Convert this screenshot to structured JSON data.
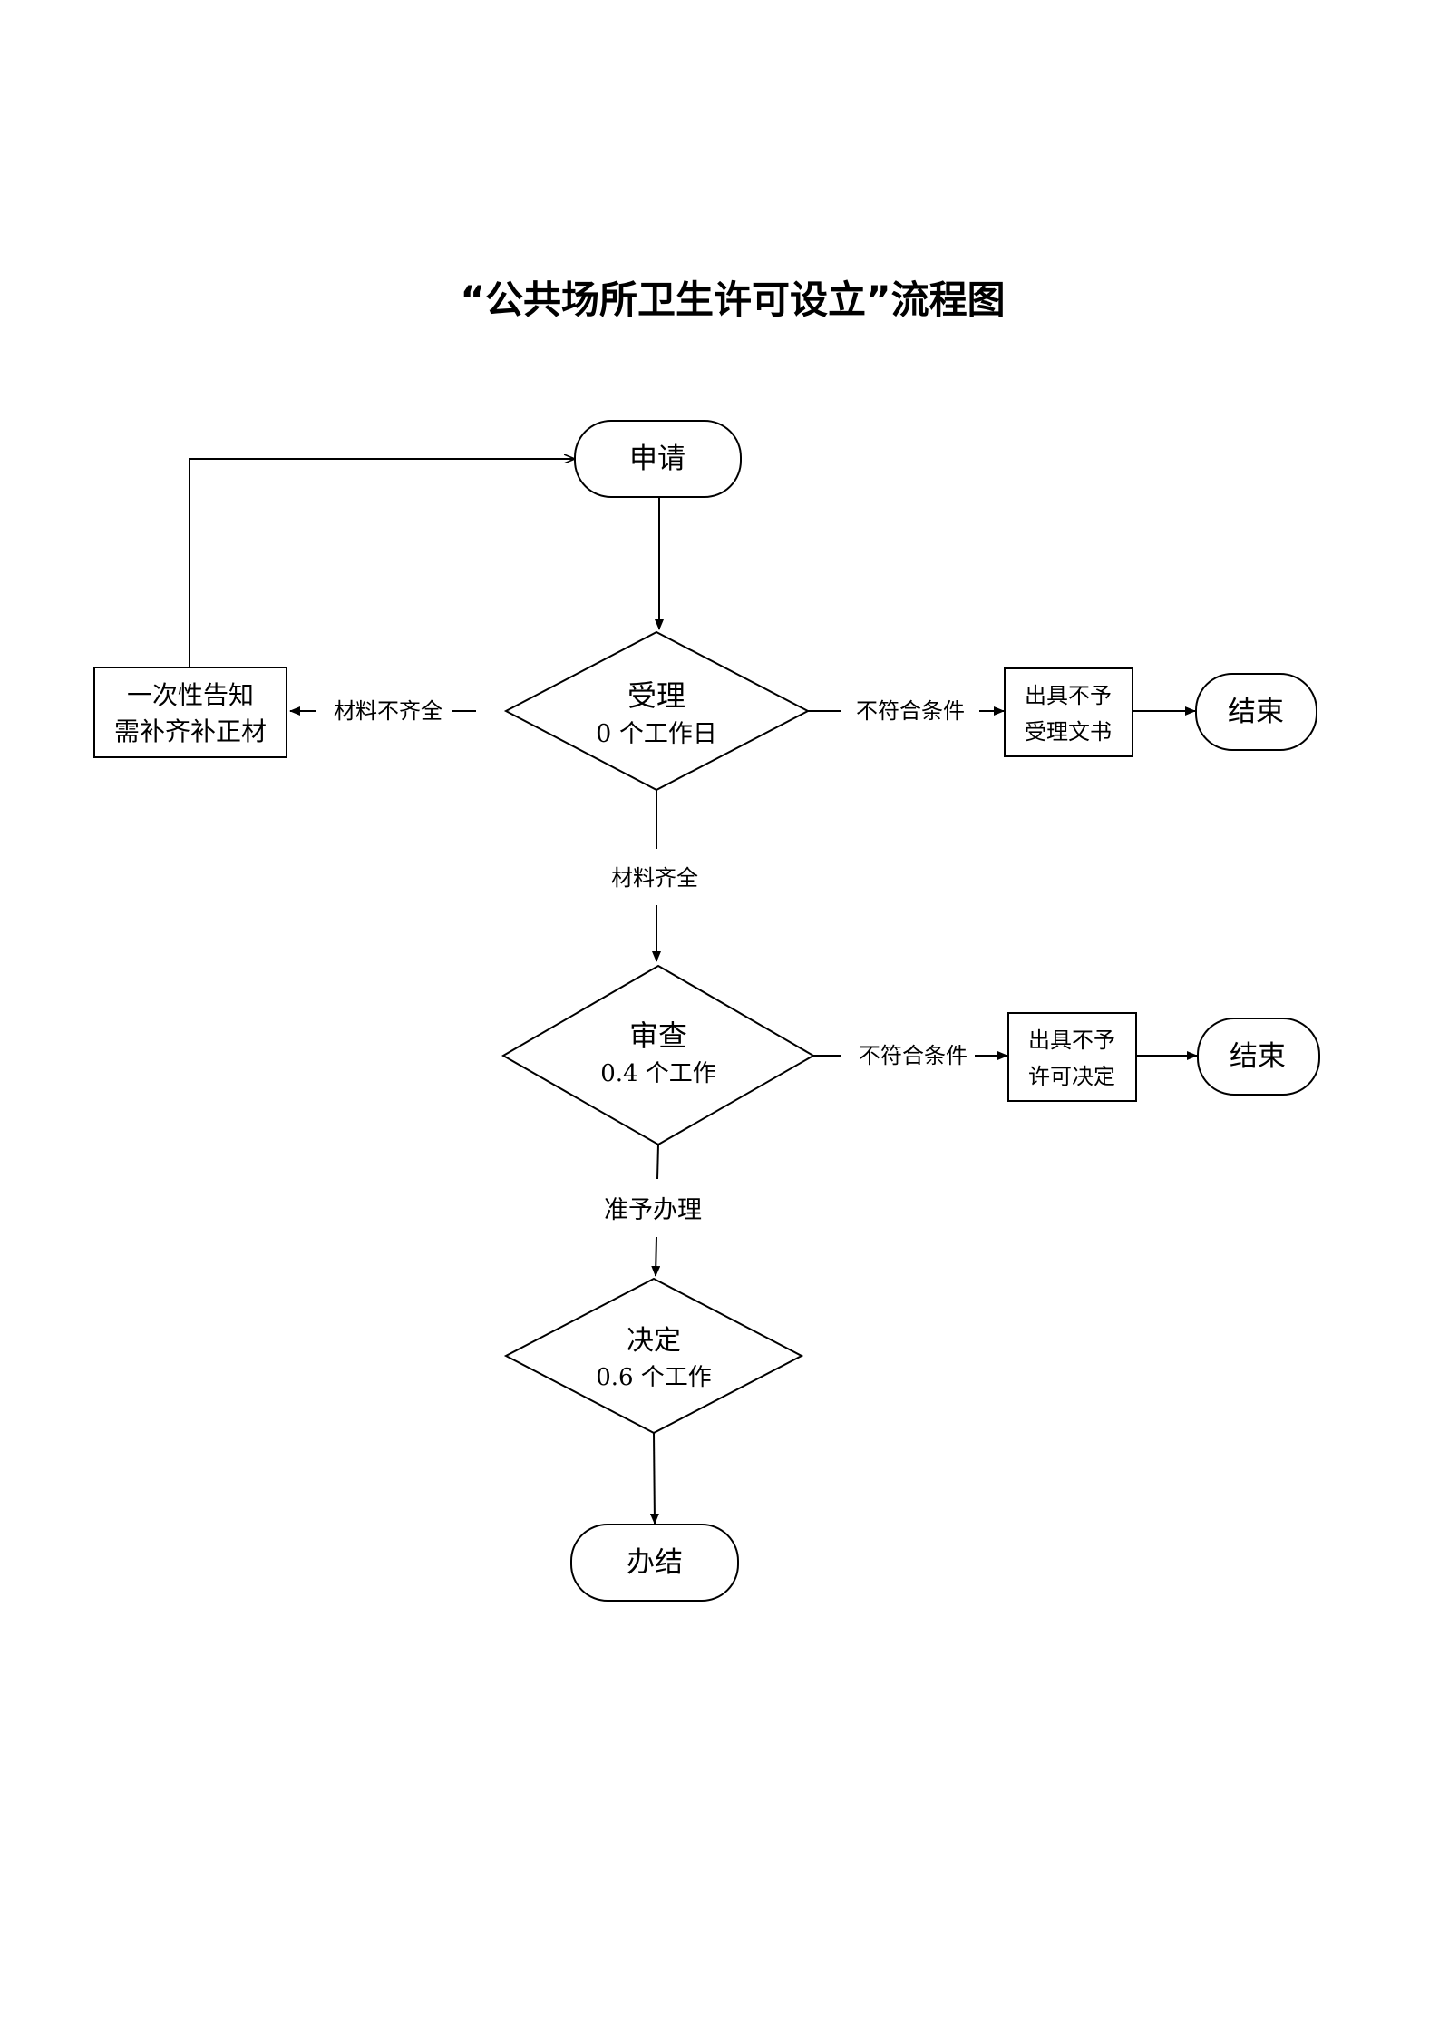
{
  "title": "“公共场所卫生许可设立”流程图",
  "nodes": {
    "apply": "申请",
    "accept": {
      "title": "受理",
      "time": "0 个工作日"
    },
    "notify": {
      "line1": "一次性告知",
      "line2": "需补齐补正材"
    },
    "reject_accept": {
      "line1": "出具不予",
      "line2": "受理文书"
    },
    "end1": "结束",
    "review": {
      "title": "审查",
      "time": "0.4 个工作"
    },
    "reject_permit": {
      "line1": "出具不予",
      "line2": "许可决定"
    },
    "end2": "结束",
    "decide": {
      "title": "决定",
      "time": "0.6 个工作"
    },
    "done": "办结"
  },
  "edges": {
    "incomplete": "材料不齐全",
    "not_qualified_1": "不符合条件",
    "complete": "材料齐全",
    "not_qualified_2": "不符合条件",
    "approve": "准予办理"
  }
}
